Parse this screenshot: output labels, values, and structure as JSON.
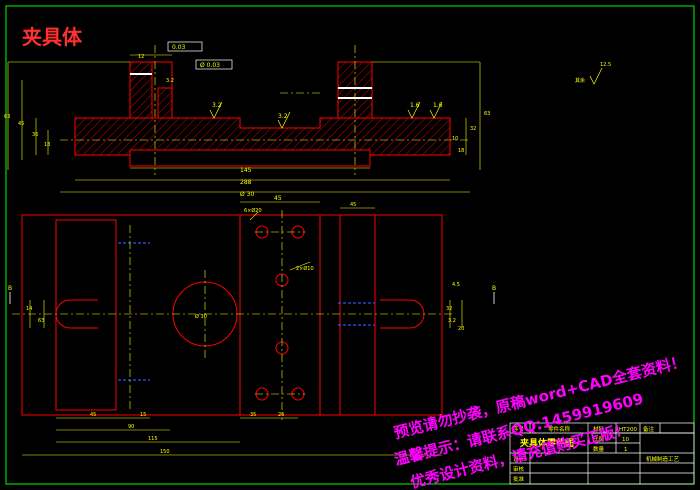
{
  "title": "夹具体",
  "colors": {
    "background": "#000000",
    "outline": "#ff0000",
    "dimension": "#ffff00",
    "centerline": "#ffff00",
    "hatch": "#ff0000",
    "tolerance_box": "#ffffff",
    "watermark": "#ff00ff",
    "hidden_line": "#0000ff",
    "border": "#00ff00"
  },
  "dimensions": {
    "top": [
      "12",
      "0.03",
      "Ø 0.03",
      "3.2",
      "3.2",
      "1.6",
      "1.6",
      "3.2",
      "145",
      "288",
      "Ø 30",
      "63",
      "45",
      "36",
      "18",
      "10",
      "18",
      "32",
      "63",
      "12.5"
    ],
    "plan": [
      "45",
      "6×Ø20",
      "2×Ø10",
      "45",
      "14",
      "63",
      "32",
      "4.5",
      "3.2",
      "20",
      "45",
      "15",
      "90",
      "115",
      "Ø 30",
      "35",
      "26",
      "150"
    ]
  },
  "notes": {
    "roughness_label": "其余",
    "roughness_value": "12.5"
  },
  "watermark": {
    "line1": "预览请勿抄袭，原稿word+CAD全套资料！",
    "line2": "温馨提示：请联系QQ:1459919609",
    "line3": "优秀设计资料，请充值购买正版！"
  },
  "title_block": {
    "seq_label": "序号",
    "part_name_label": "零件名称",
    "material_label": "材料",
    "material_value": "HT200",
    "remark_label": "备注",
    "drawing_title": "夹具体零件图",
    "scale_label": "比例",
    "scale_value": "10",
    "qty_label": "数量",
    "qty_value": "1",
    "designer_label": "设计",
    "checker_label": "审核",
    "approver_label": "批准",
    "school_label": "机械制造工艺"
  },
  "section_markers": {
    "left": "B",
    "right": "B"
  }
}
